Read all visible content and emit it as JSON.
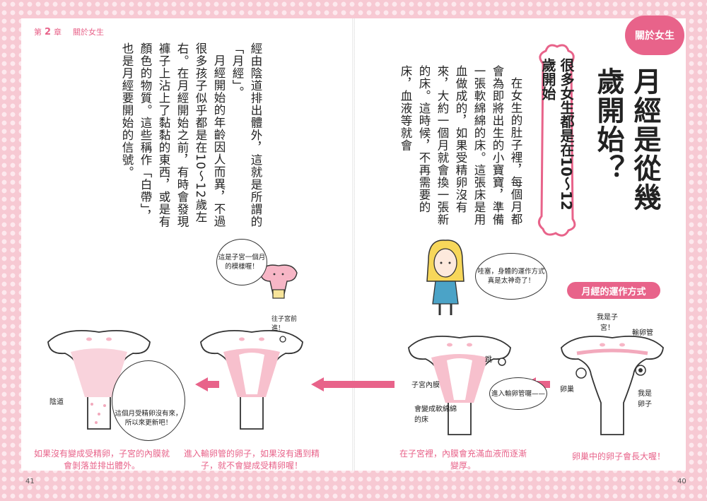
{
  "header": {
    "chapter_prefix": "第",
    "chapter_num": "2",
    "chapter_suffix": "章",
    "chapter_title": "關於女生"
  },
  "badge": "關於女生",
  "title": "月經是從幾歲開始？",
  "subtitle": "很多女生都是在10～12歲開始",
  "body_right": "在女生的肚子裡，每個月都會為即將出生的小寶寶，準備一張軟綿綿的床。這張床是用血做成的，如果受精卵沒有來，大約一個月就會換一張新的床。這時候，不再需要的床，血液等就會",
  "body_left": [
    "經由陰道排出體外，這就是所謂的「月經」。",
    "月經開始的年齡因人而異，不過很多孩子似乎都是在10～12歲左右。在月經開始之前，有時會發現褲子上沾上了黏黏的東西，或是有顏色的物質。這些稱作「白帶」，也是月經要開始的信號。"
  ],
  "section_label": "月經的運作方式",
  "bubbles": {
    "uterus_speech": "這是子宮一個月的模樣喔！",
    "girl_speech": "哇塞，身體的運作方式真是太神奇了！",
    "egg_speech": "進入輸卵管囉——",
    "cell_speech": "這個月受精卵沒有來，所以來更新吧！"
  },
  "labels": {
    "uterus_self": "我是子宮！",
    "fallopian": "輸卵管",
    "ovary": "卵巢",
    "egg_self": "我是卵子",
    "endometrium": "子宮內膜",
    "soft_bed": "會變成軟綿綿的床",
    "jump": "跳",
    "to_uterus": "往子宮前進！",
    "vagina": "陰道"
  },
  "captions": {
    "step1": "卵巢中的卵子會長大喔！",
    "step2": "在子宮裡，內膜會充滿血液而逐漸變厚。",
    "step3": "進入輸卵管的卵子，如果沒有遇到精子，就不會變成受精卵喔！",
    "step4": "如果沒有變成受精卵，子宮的內膜就會剝落並排出體外。"
  },
  "page_numbers": {
    "left": "41",
    "right": "40"
  },
  "colors": {
    "accent": "#e8638a",
    "background": "#f7c9d3"
  }
}
